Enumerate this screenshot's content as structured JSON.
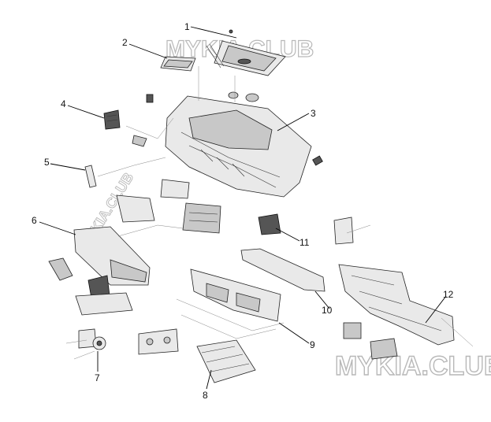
{
  "watermarks": [
    "MYKIA.CLUB",
    "MYKIA.CLUB",
    "MYKIA.CLUB"
  ],
  "callouts": [
    "1",
    "2",
    "3",
    "4",
    "5",
    "6",
    "7",
    "8",
    "9",
    "10",
    "11",
    "12"
  ]
}
